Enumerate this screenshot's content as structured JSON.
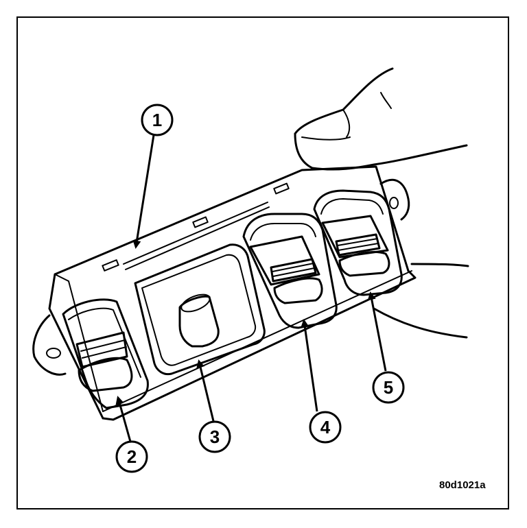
{
  "diagram": {
    "callouts": [
      {
        "label": "1"
      },
      {
        "label": "2"
      },
      {
        "label": "3"
      },
      {
        "label": "4"
      },
      {
        "label": "5"
      }
    ],
    "figure_id": "80d1021a",
    "colors": {
      "line": "#000000",
      "background": "#ffffff"
    }
  }
}
